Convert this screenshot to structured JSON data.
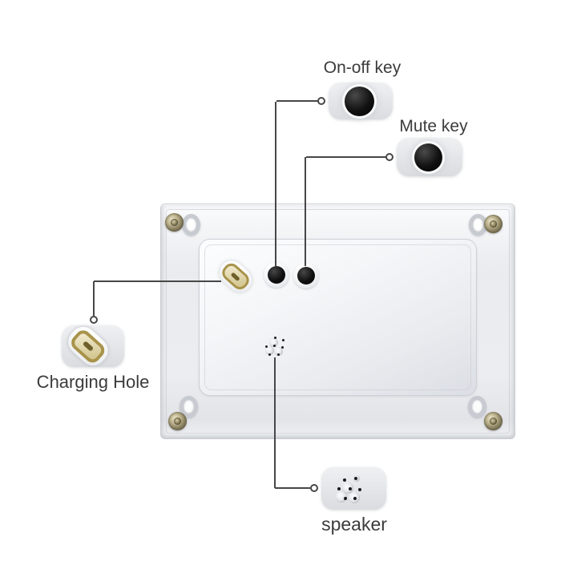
{
  "figure": {
    "callouts": {
      "on_off": {
        "label": "On-off key"
      },
      "mute": {
        "label": "Mute key"
      },
      "charging": {
        "label": "Charging Hole"
      },
      "speaker": {
        "label": "speaker"
      }
    },
    "colors": {
      "background": "#ffffff",
      "label_text": "#3b3b3b",
      "connector_line": "#474747",
      "callout_chip": "#e6e8eb",
      "key_black": "#0b0b0b",
      "port_gold": "#a8934a",
      "acrylic_panel": "#eceef1",
      "back_plate": "#f7f8fa",
      "screw_brass": "#8d8465",
      "hanger_ring_silver": "#c7cad0"
    }
  }
}
